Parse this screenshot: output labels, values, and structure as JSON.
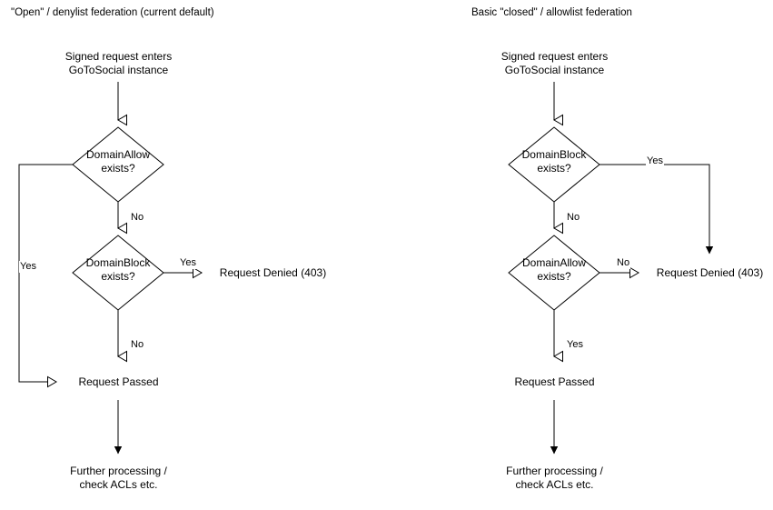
{
  "diagram": {
    "kind": "flowchart",
    "background_color": "#ffffff",
    "stroke_color": "#000000",
    "text_color": "#000000",
    "panels": [
      {
        "id": "open-denylist",
        "title": "\"Open\" / denylist federation (current default)",
        "nodes": [
          {
            "id": "l-start",
            "type": "rounded-rect",
            "label": "Signed request enters\nGoToSocial instance"
          },
          {
            "id": "l-domainallow",
            "type": "diamond",
            "label": "DomainAllow\nexists?"
          },
          {
            "id": "l-domainblock",
            "type": "diamond",
            "label": "DomainBlock\nexists?"
          },
          {
            "id": "l-denied",
            "type": "rounded-rect",
            "label": "Request Denied (403)"
          },
          {
            "id": "l-passed",
            "type": "rounded-rect",
            "label": "Request Passed"
          },
          {
            "id": "l-further",
            "type": "dashed-rect",
            "label": "Further processing /\ncheck ACLs etc."
          }
        ],
        "edges": [
          {
            "from": "l-start",
            "to": "l-domainallow",
            "label": ""
          },
          {
            "from": "l-domainallow",
            "to": "l-passed",
            "label": "Yes"
          },
          {
            "from": "l-domainallow",
            "to": "l-domainblock",
            "label": "No"
          },
          {
            "from": "l-domainblock",
            "to": "l-denied",
            "label": "Yes"
          },
          {
            "from": "l-domainblock",
            "to": "l-passed",
            "label": "No"
          },
          {
            "from": "l-passed",
            "to": "l-further",
            "label": ""
          }
        ]
      },
      {
        "id": "closed-allowlist",
        "title": "Basic \"closed\" / allowlist federation",
        "nodes": [
          {
            "id": "r-start",
            "type": "rounded-rect",
            "label": "Signed request enters\nGoToSocial instance"
          },
          {
            "id": "r-domainblock",
            "type": "diamond",
            "label": "DomainBlock\nexists?"
          },
          {
            "id": "r-domainallow",
            "type": "diamond",
            "label": "DomainAllow\nexists?"
          },
          {
            "id": "r-denied",
            "type": "rounded-rect",
            "label": "Request Denied (403)"
          },
          {
            "id": "r-passed",
            "type": "rounded-rect",
            "label": "Request Passed"
          },
          {
            "id": "r-further",
            "type": "dashed-rect",
            "label": "Further processing /\ncheck ACLs etc."
          }
        ],
        "edges": [
          {
            "from": "r-start",
            "to": "r-domainblock",
            "label": ""
          },
          {
            "from": "r-domainblock",
            "to": "r-denied",
            "label": "Yes"
          },
          {
            "from": "r-domainblock",
            "to": "r-domainallow",
            "label": "No"
          },
          {
            "from": "r-domainallow",
            "to": "r-denied",
            "label": "No"
          },
          {
            "from": "r-domainallow",
            "to": "r-passed",
            "label": "Yes"
          },
          {
            "from": "r-passed",
            "to": "r-further",
            "label": ""
          }
        ]
      }
    ],
    "labels": {
      "left": {
        "title": "\"Open\" / denylist federation (current default)",
        "start": "Signed request enters\nGoToSocial instance",
        "domain_allow": "DomainAllow\nexists?",
        "domain_block": "DomainBlock\nexists?",
        "denied": "Request Denied (403)",
        "passed": "Request Passed",
        "further": "Further processing /\ncheck ACLs etc.",
        "edge_allow_yes": "Yes",
        "edge_allow_no": "No",
        "edge_block_yes": "Yes",
        "edge_block_no": "No"
      },
      "right": {
        "title": "Basic \"closed\" / allowlist federation",
        "start": "Signed request enters\nGoToSocial instance",
        "domain_block": "DomainBlock\nexists?",
        "domain_allow": "DomainAllow\nexists?",
        "denied": "Request Denied (403)",
        "passed": "Request Passed",
        "further": "Further processing /\ncheck ACLs etc.",
        "edge_block_yes": "Yes",
        "edge_block_no": "No",
        "edge_allow_no": "No",
        "edge_allow_yes": "Yes"
      }
    }
  }
}
